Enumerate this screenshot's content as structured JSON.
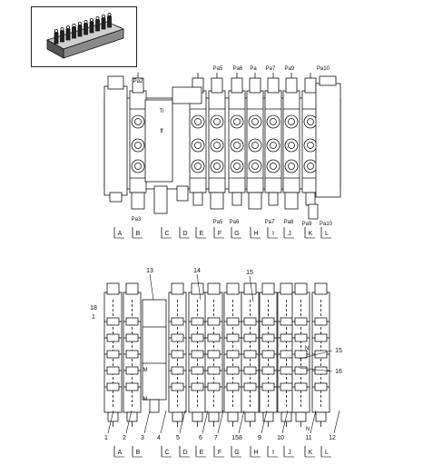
{
  "figure": {
    "top_port_labels": [
      "Pa2",
      "Pa5",
      "Pa6",
      "Pa",
      "Pa7",
      "Pa9",
      "Pa10"
    ],
    "mid_port_labels": [
      "Pa3",
      "Pa5",
      "Pa6",
      "Pa7",
      "Pa8",
      "Pa9",
      "Pa10"
    ],
    "section_letters": [
      "A",
      "B",
      "C",
      "D",
      "E",
      "F",
      "G",
      "H",
      "I",
      "J",
      "K",
      "L"
    ],
    "body_marks_upper": [
      "Ti",
      "ff"
    ],
    "callouts_top": [
      "13",
      "14",
      "15"
    ],
    "callouts_left": [
      "18",
      "1"
    ],
    "callouts_right": [
      "15",
      "16"
    ],
    "callouts_inner": [
      "N",
      "N",
      "M",
      "M"
    ],
    "callouts_bottom": [
      "1",
      "2",
      "3",
      "4",
      "5",
      "6",
      "7",
      "158",
      "9",
      "10",
      "11",
      "12"
    ]
  }
}
